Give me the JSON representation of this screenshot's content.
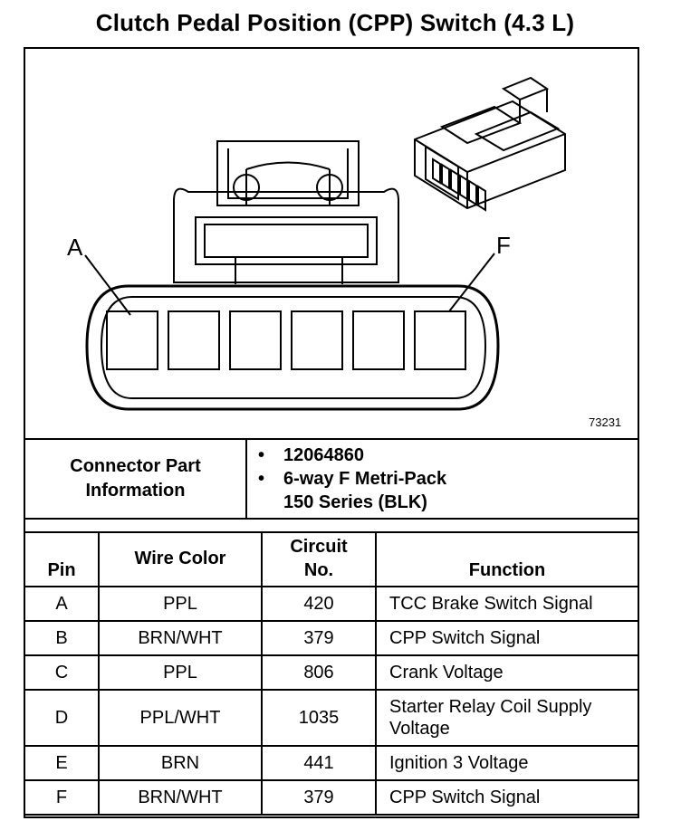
{
  "title": "Clutch Pedal Position (CPP) Switch (4.3 L)",
  "figure_number": "73231",
  "pin_labels": {
    "first": "A",
    "last": "F"
  },
  "connector_info": {
    "label_line1": "Connector Part",
    "label_line2": "Information",
    "items": [
      {
        "bullet": "•",
        "line1": "12064860",
        "line2": ""
      },
      {
        "bullet": "•",
        "line1": "6-way F Metri-Pack",
        "line2": "150 Series (BLK)"
      }
    ]
  },
  "table": {
    "headers": {
      "pin": "Pin",
      "wire": "Wire Color",
      "circuit_line1": "Circuit",
      "circuit_line2": "No.",
      "function": "Function"
    },
    "rows": [
      {
        "pin": "A",
        "wire": "PPL",
        "circuit": "420",
        "function_line1": "TCC Brake Switch Signal",
        "function_line2": ""
      },
      {
        "pin": "B",
        "wire": "BRN/WHT",
        "circuit": "379",
        "function_line1": "CPP Switch Signal",
        "function_line2": ""
      },
      {
        "pin": "C",
        "wire": "PPL",
        "circuit": "806",
        "function_line1": "Crank Voltage",
        "function_line2": ""
      },
      {
        "pin": "D",
        "wire": "PPL/WHT",
        "circuit": "1035",
        "function_line1": "Starter Relay Coil Supply",
        "function_line2": "Voltage"
      },
      {
        "pin": "E",
        "wire": "BRN",
        "circuit": "441",
        "function_line1": "Ignition 3 Voltage",
        "function_line2": ""
      },
      {
        "pin": "F",
        "wire": "BRN/WHT",
        "circuit": "379",
        "function_line1": "CPP Switch Signal",
        "function_line2": ""
      }
    ]
  }
}
